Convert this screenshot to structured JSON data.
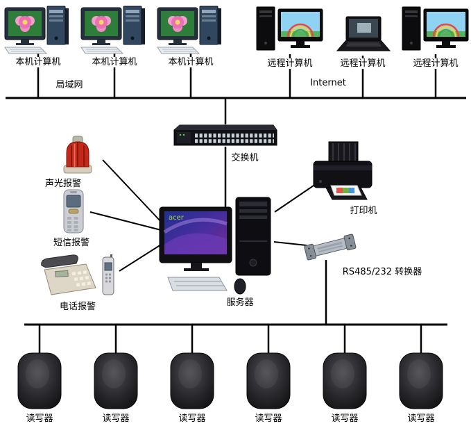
{
  "colors": {
    "background": "#ffffff",
    "line": "#000000",
    "siren_red": "#c3291a",
    "reader_body": "#1a1a1a"
  },
  "nodes": {
    "local_computers": [
      {
        "label": "本机计算机"
      },
      {
        "label": "本机计算机"
      },
      {
        "label": "本机计算机"
      }
    ],
    "remote_computers": [
      {
        "label": "远程计算机"
      },
      {
        "label": "远程计算机"
      },
      {
        "label": "远程计算机"
      }
    ],
    "lan": {
      "label": "局域网"
    },
    "internet": {
      "label": "Internet"
    },
    "switch": {
      "label": "交换机"
    },
    "server": {
      "label": "服务器",
      "screen_brand": "acer"
    },
    "printer": {
      "label": "打印机"
    },
    "converter": {
      "label": "RS485/232 转换器"
    },
    "sound_light_alarm": {
      "label": "声光报警"
    },
    "sms_alarm": {
      "label": "短信报警"
    },
    "phone_alarm": {
      "label": "电话报警"
    },
    "readers": [
      {
        "label": "读写器"
      },
      {
        "label": "读写器"
      },
      {
        "label": "读写器"
      },
      {
        "label": "读写器"
      },
      {
        "label": "读写器"
      },
      {
        "label": "读写器"
      }
    ]
  }
}
